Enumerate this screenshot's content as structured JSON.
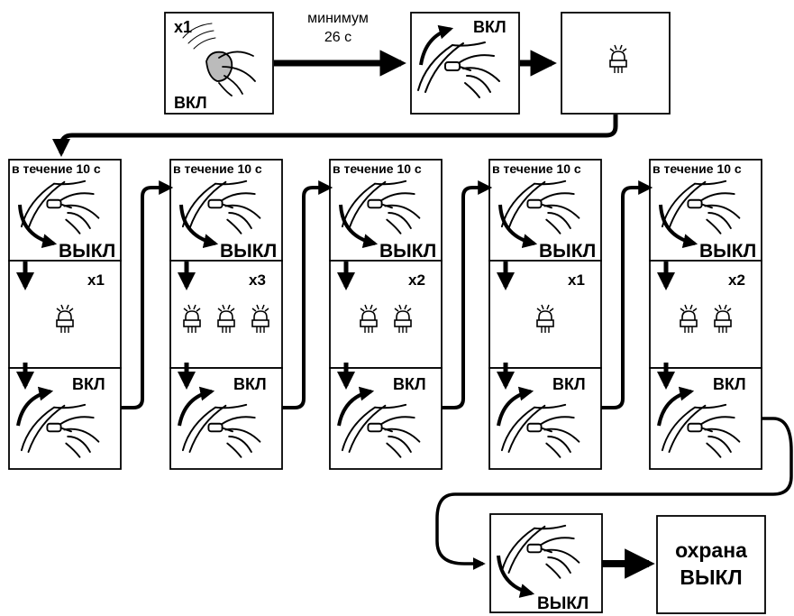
{
  "top": {
    "remote_count": "x1",
    "remote_label": "ВКЛ",
    "wait_line1": "минимум",
    "wait_line2": "26 с",
    "ignition_on_label": "ВКЛ"
  },
  "steps": [
    {
      "header": "в течение 10 с",
      "off_label": "ВЫКЛ",
      "count": "x1",
      "lamps": 1,
      "on_label": "ВКЛ"
    },
    {
      "header": "в течение 10 с",
      "off_label": "ВЫКЛ",
      "count": "x3",
      "lamps": 3,
      "on_label": "ВКЛ"
    },
    {
      "header": "в течение 10 с",
      "off_label": "ВЫКЛ",
      "count": "x2",
      "lamps": 2,
      "on_label": "ВКЛ"
    },
    {
      "header": "в течение 10 с",
      "off_label": "ВЫКЛ",
      "count": "x1",
      "lamps": 1,
      "on_label": "ВКЛ"
    },
    {
      "header": "в течение 10 с",
      "off_label": "ВЫКЛ",
      "count": "x2",
      "lamps": 2,
      "on_label": "ВКЛ"
    }
  ],
  "bottom": {
    "off_label": "ВЫКЛ",
    "result_line1": "охрана",
    "result_line2": "ВЫКЛ"
  }
}
